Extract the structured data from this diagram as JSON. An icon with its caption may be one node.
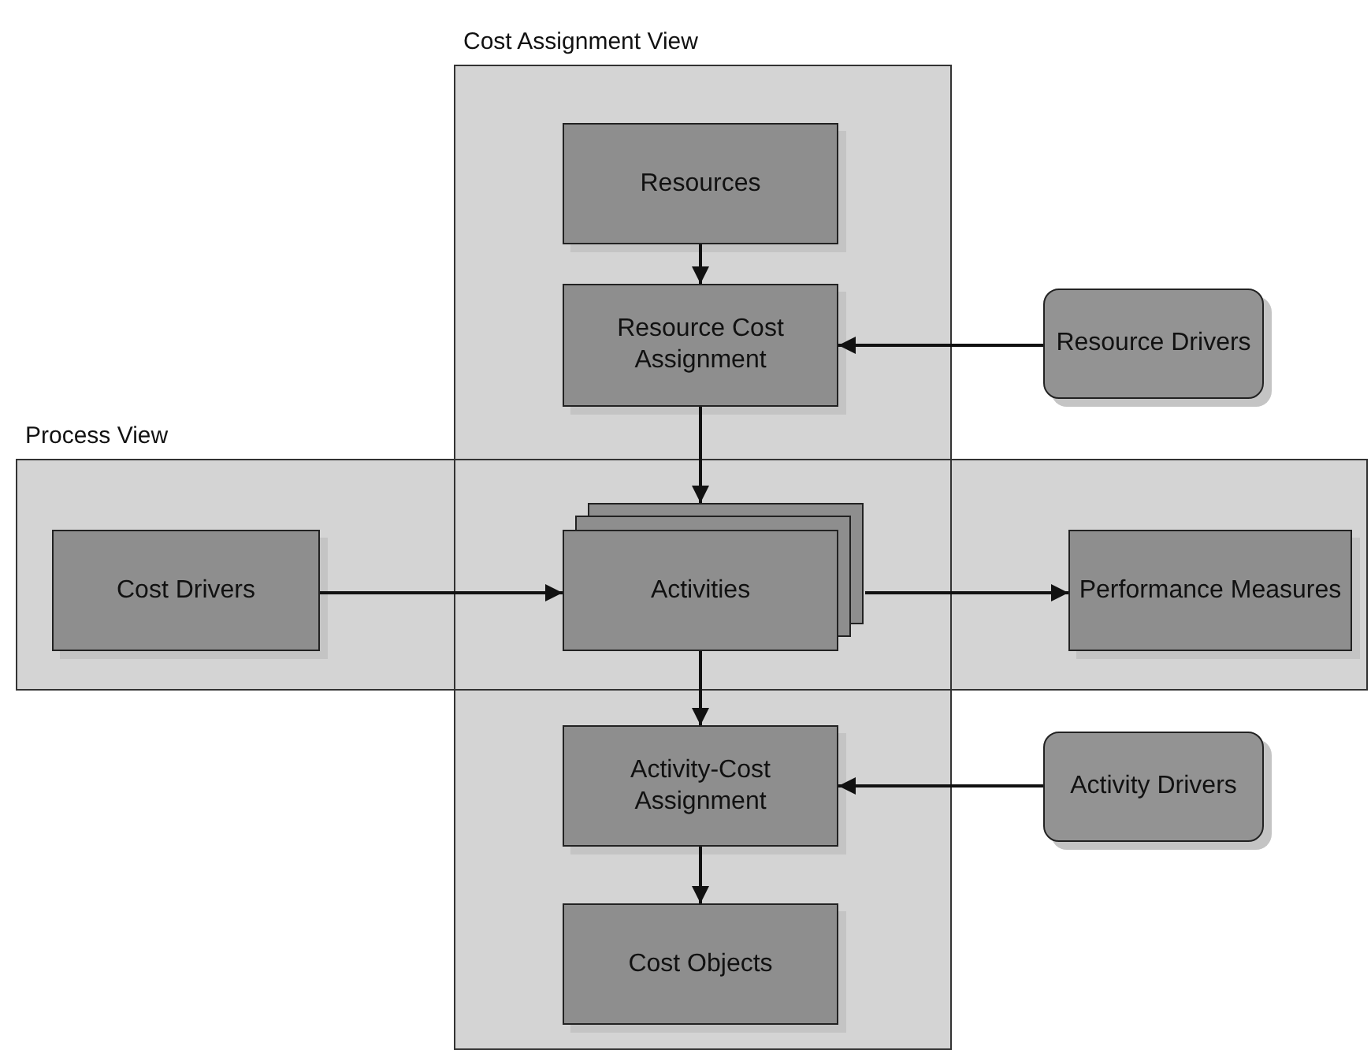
{
  "diagram": {
    "nodes": [
      {
        "text": [
          "Cost Assignment View"
        ]
      },
      {
        "text": [
          "Resources"
        ],
        "in": 0
      },
      {
        "text": [
          "Resource Cost Assignment"
        ],
        "in": 0
      },
      {
        "text": [
          "Resource Drivers"
        ]
      },
      {
        "text": [
          "Process View"
        ]
      },
      {
        "text": [
          "Cost Drivers"
        ],
        "in": 4
      },
      {
        "text": [
          "Activities"
        ]
      },
      {
        "text": [
          "Performance Measures"
        ],
        "in": 4
      },
      {
        "text": [
          "Activity-Cost Assignment"
        ],
        "in": 0
      },
      {
        "text": [
          "Activity Drivers"
        ]
      },
      {
        "text": [
          "Cost Objects"
        ],
        "in": 0
      }
    ],
    "edges": [
      {
        "from": 1,
        "to": 2,
        "arrow": "to"
      },
      {
        "from": 2,
        "to": 6,
        "arrow": "to"
      },
      {
        "from": 3,
        "to": 2,
        "arrow": "to"
      },
      {
        "from": 5,
        "to": 6,
        "arrow": "to"
      },
      {
        "from": 6,
        "to": 7,
        "arrow": "to"
      },
      {
        "from": 6,
        "to": 8,
        "arrow": "to"
      },
      {
        "from": 9,
        "to": 8,
        "arrow": "to"
      },
      {
        "from": 8,
        "to": 10,
        "arrow": "to"
      }
    ]
  }
}
